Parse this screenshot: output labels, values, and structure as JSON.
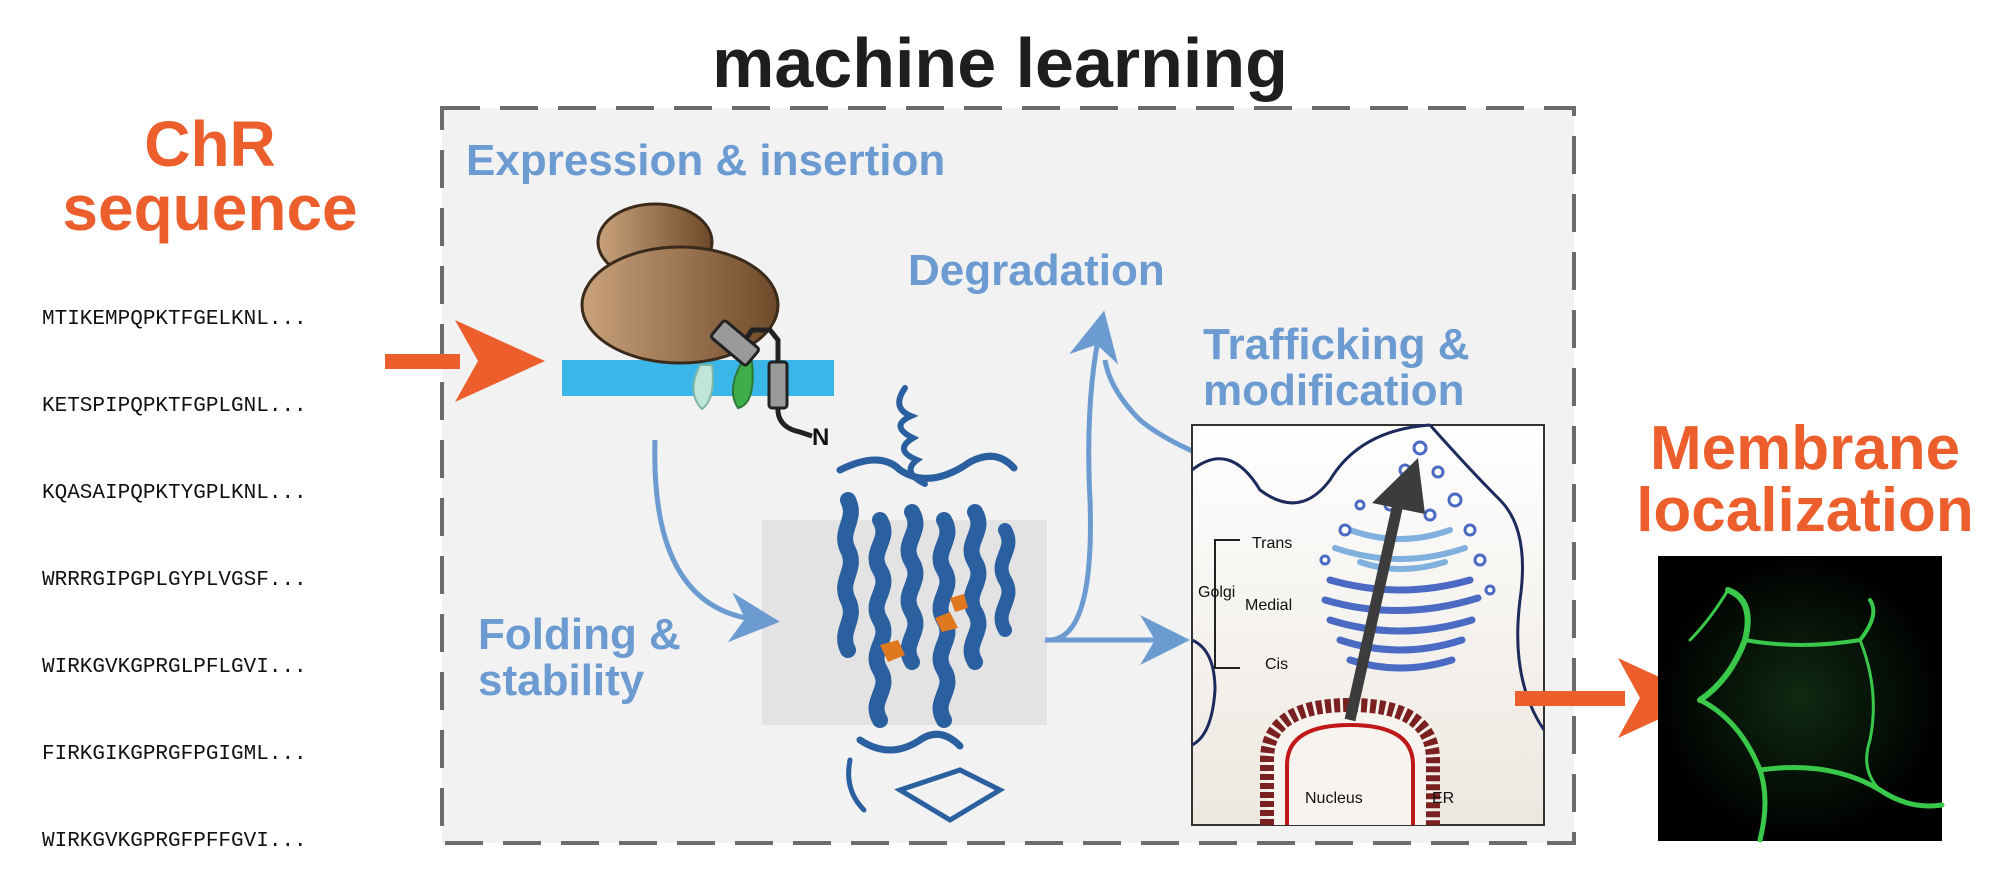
{
  "title": "machine learning",
  "input": {
    "title_line1": "ChR",
    "title_line2": "sequence",
    "sequences": [
      "MTIKEMPQPKTFGELKNL...",
      "KETSPIPQPKTFGPLGNL...",
      "KQASAIPQPKTYGPLKNL...",
      "WRRRGIPGPLGYPLVGSF...",
      "WIRKGVKGPRGLPFLGVI...",
      "FIRKGIKGPRGFPGIGML...",
      "WIRKGVKGPRGFPFFGVI..."
    ]
  },
  "stages": {
    "expression": "Expression & insertion",
    "degradation": "Degradation",
    "trafficking_line1": "Trafficking &",
    "trafficking_line2": "modification",
    "folding_line1": "Folding &",
    "folding_line2": "stability"
  },
  "ribosome": {
    "n_label": "N"
  },
  "golgi": {
    "golgi": "Golgi",
    "trans": "Trans",
    "medial": "Medial",
    "cis": "Cis",
    "nucleus": "Nucleus",
    "er": "ER"
  },
  "output": {
    "title_line1": "Membrane",
    "title_line2": "localization"
  },
  "colors": {
    "orange": "#ec5f2c",
    "blue_label": "#6b9bd1",
    "membrane": "#3bb6e8",
    "protein": "#2a5fa0",
    "golgi": "#4a6ac4",
    "fluorescence": "#39c84a"
  }
}
